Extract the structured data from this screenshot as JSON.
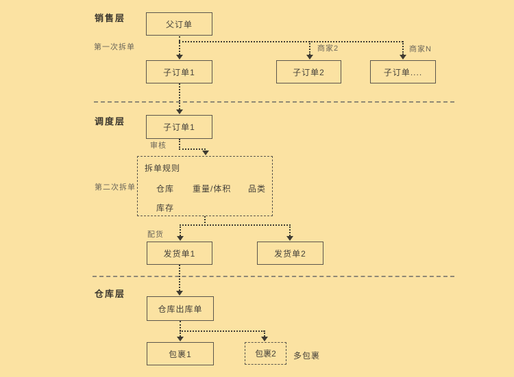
{
  "diagram": {
    "title_note": "",
    "sales": {
      "layer_label": "销售层",
      "split_label": "第一次拆单",
      "parent_order": "父订单",
      "sub_order_1": "子订单1",
      "sub_order_2": "子订单2",
      "sub_order_n": "子订单....",
      "merchant_2": "商家2",
      "merchant_n": "商家N"
    },
    "dispatch": {
      "layer_label": "调度层",
      "sub_order_1": "子订单1",
      "audit_label": "审核",
      "split_label": "第二次拆单",
      "rules_title": "拆单规则",
      "rules": [
        "仓库",
        "重量/体积",
        "品类",
        "库存"
      ],
      "allocate_label": "配货",
      "ship_order_1": "发货单1",
      "ship_order_2": "发货单2"
    },
    "warehouse": {
      "layer_label": "仓库层",
      "outbound_order": "仓库出库单",
      "package_1": "包裹1",
      "package_2": "包裹2",
      "multi_package_label": "多包裹"
    },
    "colors": {
      "background": "#fbe2a2",
      "connector_line": "#3f3b32",
      "box_border": "#5a554b",
      "box_text": "#45413a",
      "layer_label_text": "#3a362e",
      "note_text": "#6b665a",
      "separator": "#8f8875"
    }
  }
}
